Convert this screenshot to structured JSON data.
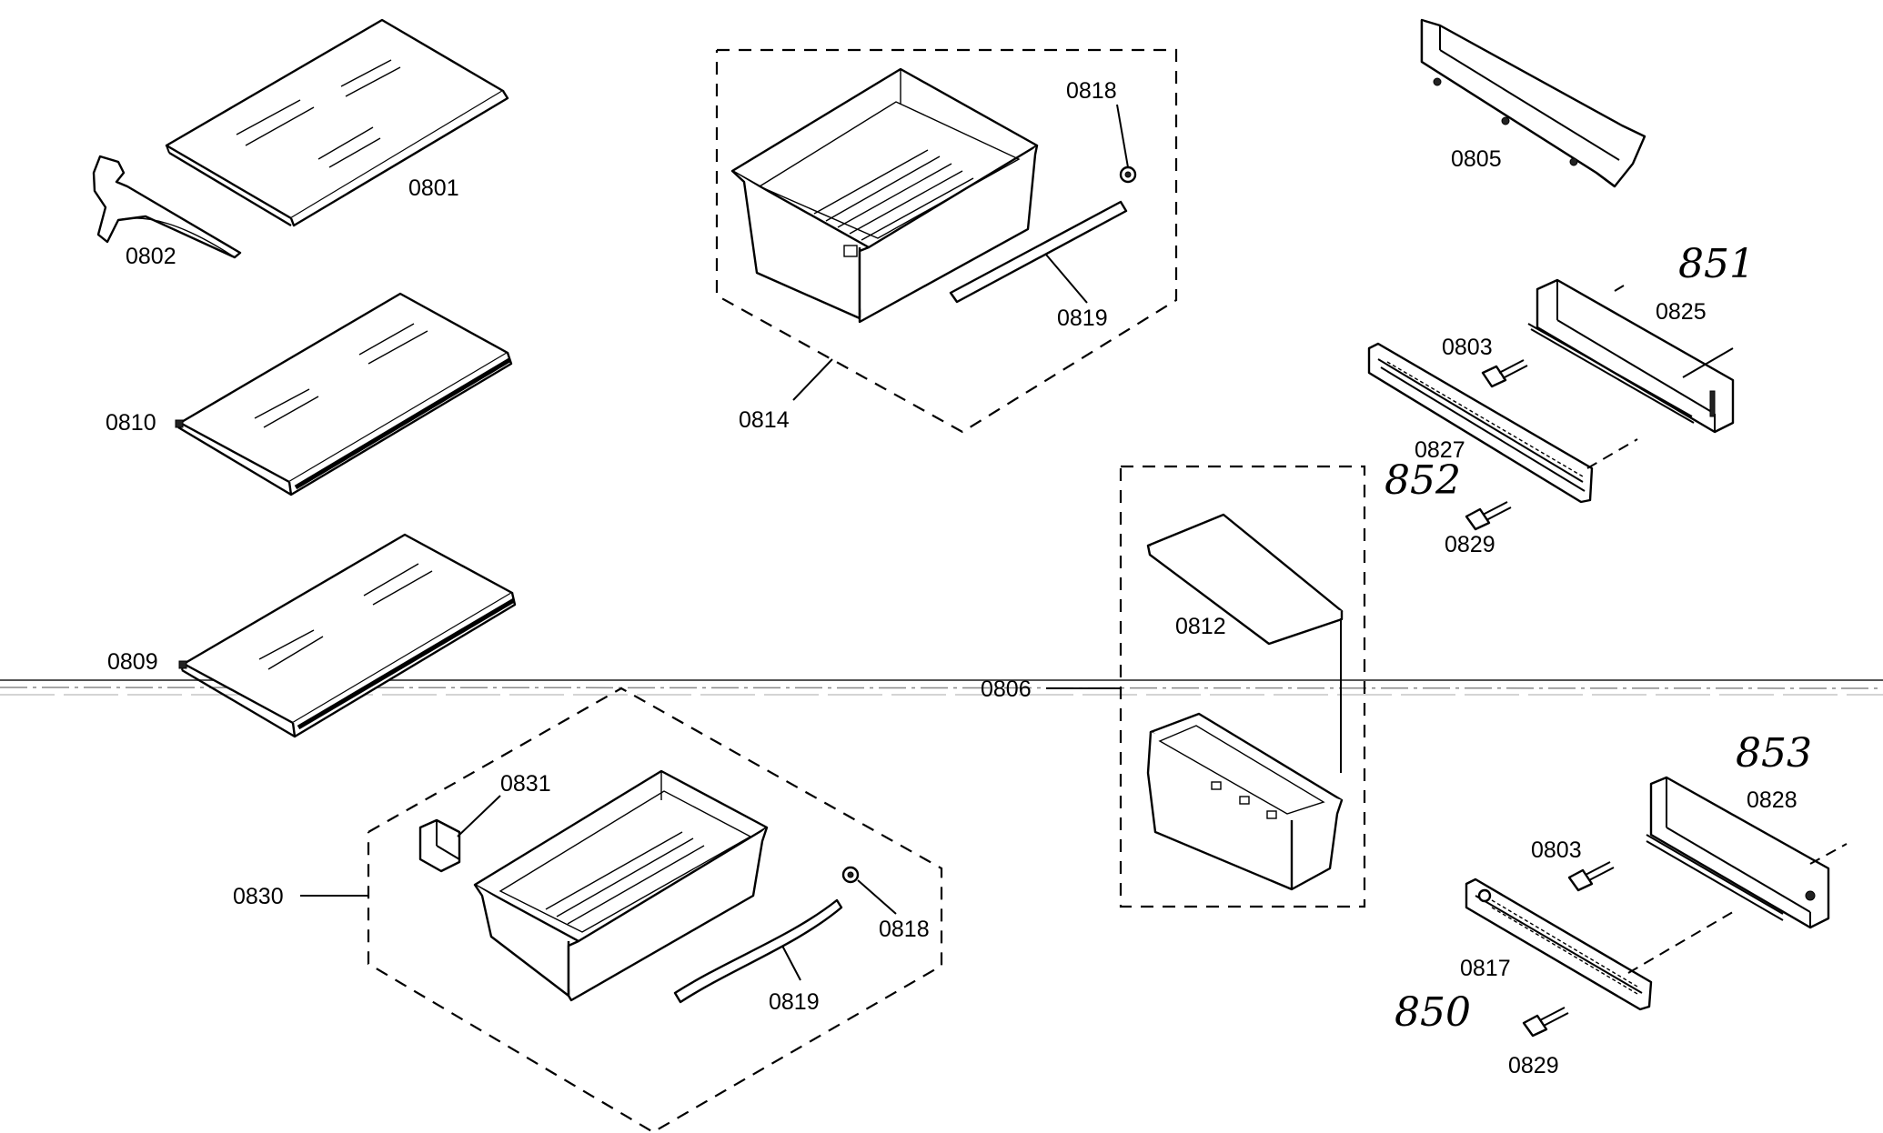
{
  "labels": {
    "p0801": "0801",
    "p0802": "0802",
    "p0810": "0810",
    "p0809": "0809",
    "p0814": "0814",
    "p0818a": "0818",
    "p0819a": "0819",
    "p0805": "0805",
    "p0825": "0825",
    "p0803a": "0803",
    "p0827": "0827",
    "p0829a": "0829",
    "p0812": "0812",
    "p0806": "0806",
    "p0831": "0831",
    "p0830": "0830",
    "p0818b": "0818",
    "p0819b": "0819",
    "p0828": "0828",
    "p0803b": "0803",
    "p0817": "0817",
    "p0829b": "0829"
  },
  "handwritten": {
    "h851": "851",
    "h852": "852",
    "h853": "853",
    "h850": "850"
  }
}
